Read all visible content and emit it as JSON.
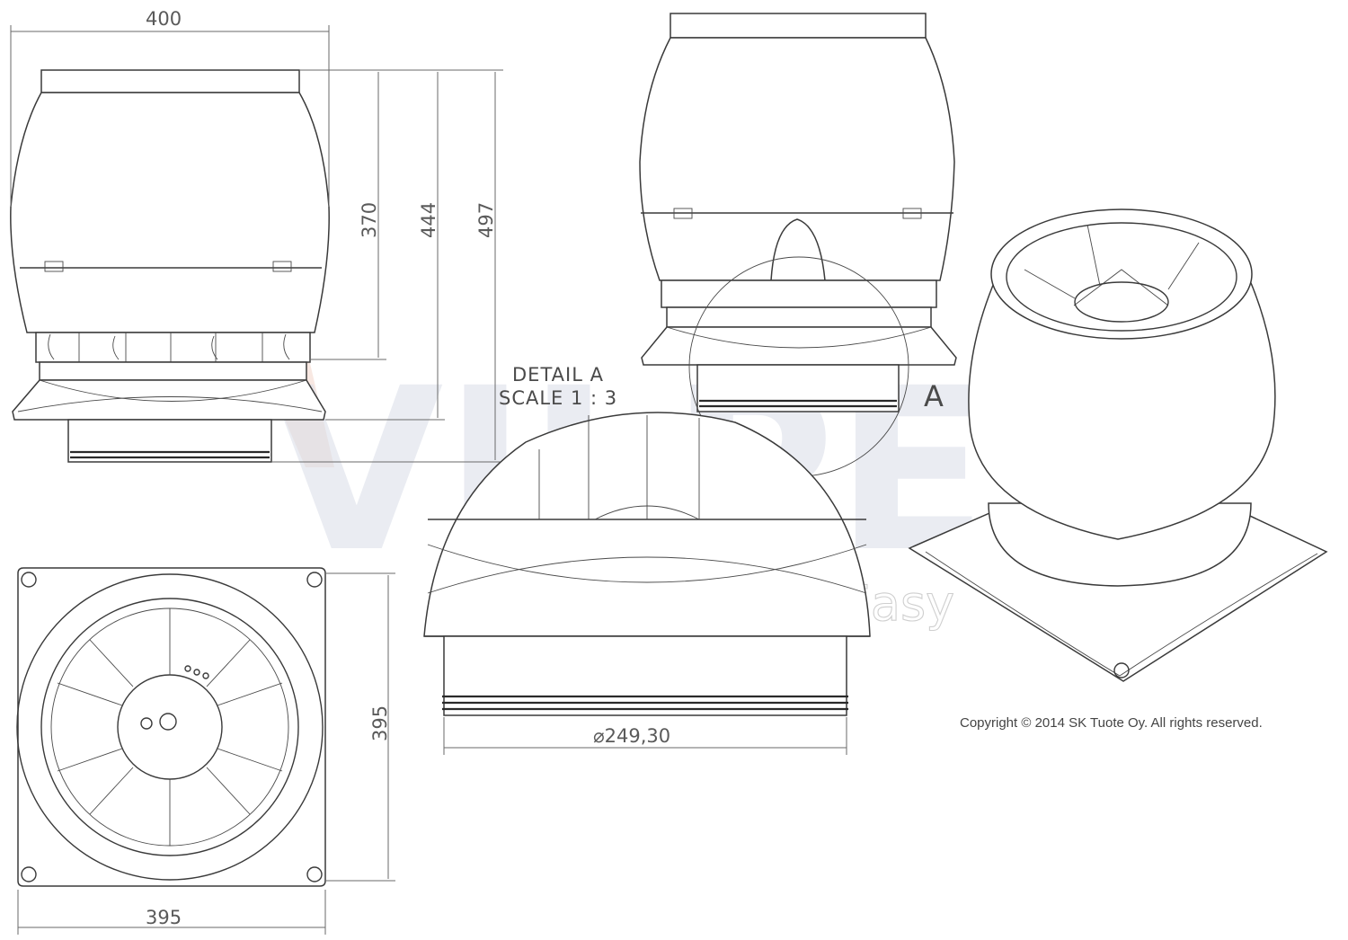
{
  "watermark": {
    "logo_text": "VILPE",
    "tagline": "Innovative and Easy"
  },
  "dimensions": {
    "top_width": "400",
    "height_body": "370",
    "height_mid": "444",
    "height_total": "497",
    "base_side": "395",
    "base_width": "395",
    "outlet_diameter": "⌀249,30"
  },
  "labels": {
    "detail_title": "DETAIL A",
    "detail_scale": "SCALE 1 : 3",
    "detail_ref": "A"
  },
  "copyright": "Copyright © 2014 SK Tuote Oy. All rights reserved."
}
